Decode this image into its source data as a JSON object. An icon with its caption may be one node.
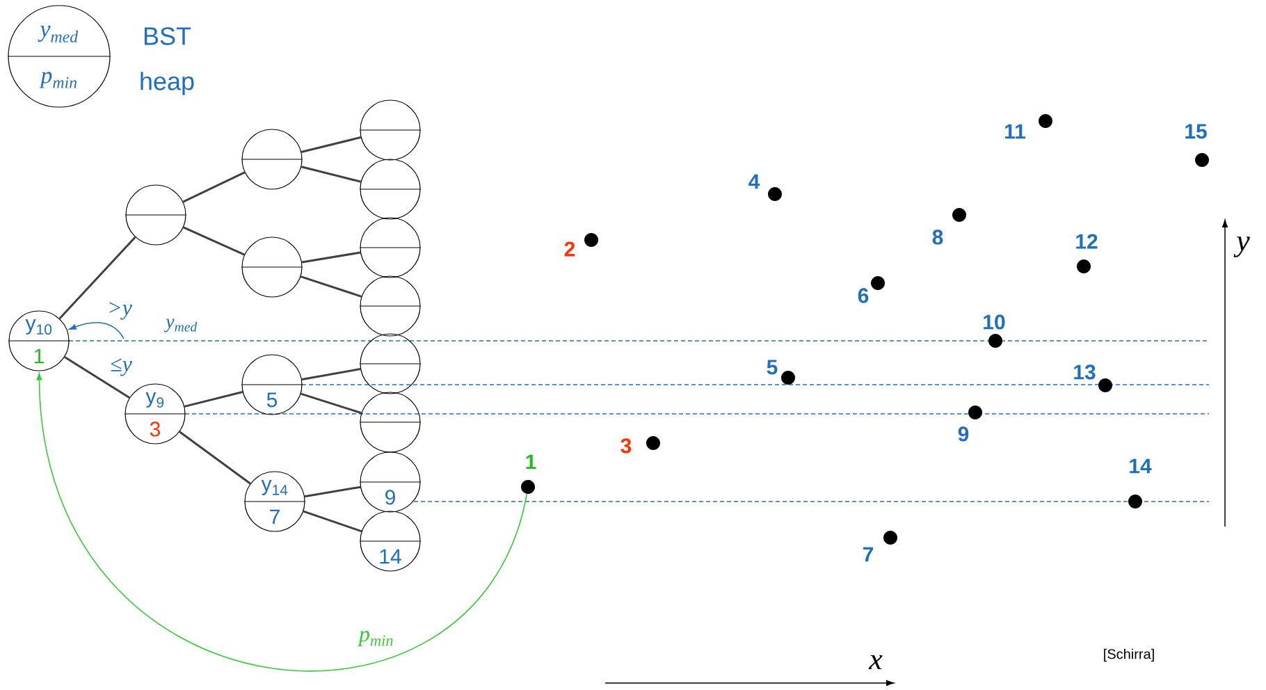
{
  "diagram": {
    "nodes": [
      {
        "text": [
          "y$_{med}$",
          "p$_{min}$"
        ]
      },
      {
        "text": [
          "y$_{10}$",
          "1"
        ]
      },
      {
        "text": [],
        "shape": "circle"
      },
      {
        "text": [
          "y$_{9}$",
          "3"
        ]
      },
      {
        "text": [],
        "shape": "circle"
      },
      {
        "text": [],
        "shape": "circle"
      },
      {
        "text": [
          "5"
        ]
      },
      {
        "text": [
          "y$_{14}$",
          "7"
        ]
      },
      {
        "text": [],
        "shape": "circle"
      },
      {
        "text": [],
        "shape": "circle"
      },
      {
        "text": [],
        "shape": "circle"
      },
      {
        "text": [],
        "shape": "circle"
      },
      {
        "text": [],
        "shape": "circle"
      },
      {
        "text": [],
        "shape": "circle"
      },
      {
        "text": [
          "9"
        ]
      },
      {
        "text": [
          "14"
        ]
      },
      {
        "text": [],
        "shape": "circle",
        "beside": [
          "1"
        ]
      },
      {
        "text": [],
        "shape": "circle",
        "beside": [
          "2"
        ]
      },
      {
        "text": [],
        "shape": "circle",
        "beside": [
          "3"
        ]
      },
      {
        "text": [],
        "shape": "circle",
        "beside": [
          "4"
        ]
      },
      {
        "text": [],
        "shape": "circle",
        "beside": [
          "5"
        ]
      },
      {
        "text": [],
        "shape": "circle",
        "beside": [
          "6"
        ]
      },
      {
        "text": [],
        "shape": "circle",
        "beside": [
          "7"
        ]
      },
      {
        "text": [],
        "shape": "circle",
        "beside": [
          "8"
        ]
      },
      {
        "text": [],
        "shape": "circle",
        "beside": [
          "9"
        ]
      },
      {
        "text": [],
        "shape": "circle",
        "beside": [
          "10"
        ]
      },
      {
        "text": [],
        "shape": "circle",
        "beside": [
          "11"
        ]
      },
      {
        "text": [],
        "shape": "circle",
        "beside": [
          "12"
        ]
      },
      {
        "text": [],
        "shape": "circle",
        "beside": [
          "13"
        ]
      },
      {
        "text": [],
        "shape": "circle",
        "beside": [
          "14"
        ]
      },
      {
        "text": [],
        "shape": "circle",
        "beside": [
          "15"
        ]
      }
    ],
    "edges": [
      {
        "from": 1,
        "to": 2,
        "arrow": "none"
      },
      {
        "from": 1,
        "to": 3,
        "arrow": "none"
      },
      {
        "from": 2,
        "to": 4,
        "arrow": "none"
      },
      {
        "from": 2,
        "to": 5,
        "arrow": "none"
      },
      {
        "from": 3,
        "to": 6,
        "arrow": "none"
      },
      {
        "from": 3,
        "to": 7,
        "arrow": "none"
      },
      {
        "from": 4,
        "to": 8,
        "arrow": "none"
      },
      {
        "from": 4,
        "to": 9,
        "arrow": "none"
      },
      {
        "from": 5,
        "to": 10,
        "arrow": "none"
      },
      {
        "from": 5,
        "to": 11,
        "arrow": "none"
      },
      {
        "from": 6,
        "to": 12,
        "arrow": "none"
      },
      {
        "from": 6,
        "to": 13,
        "arrow": "none"
      },
      {
        "from": 7,
        "to": 14,
        "arrow": "none"
      },
      {
        "from": 7,
        "to": 15,
        "arrow": "none"
      },
      {
        "from": 16,
        "to": 1,
        "arrow": "to",
        "label": "p$_{min}$",
        "color": "#33cc33"
      },
      {
        "from": null,
        "to": 1,
        "arrow": "to",
        "color": "#1f6fc0"
      }
    ],
    "labels": [
      "BST",
      "heap",
      ">y",
      "≤y",
      "y$_{med}$",
      "y",
      "x",
      "[Schirra]"
    ]
  }
}
